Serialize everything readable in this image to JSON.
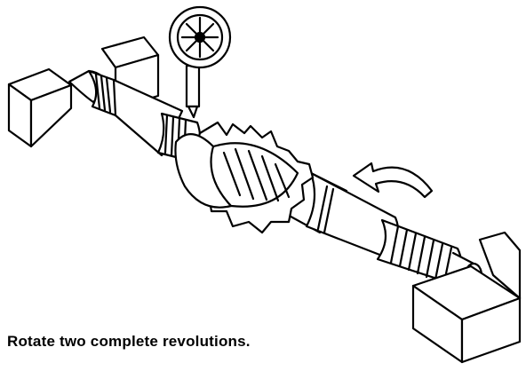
{
  "caption": "Rotate two complete revolutions.",
  "colors": {
    "ink": "#000000",
    "paper": "#ffffff"
  },
  "parts": {
    "left_block": "v-block",
    "right_block": "v-block",
    "gauge": "dial-indicator-icon",
    "shaft": "gear-shaft",
    "gear": "helical-gear-icon",
    "arrow": "rotation-arrow-icon"
  }
}
